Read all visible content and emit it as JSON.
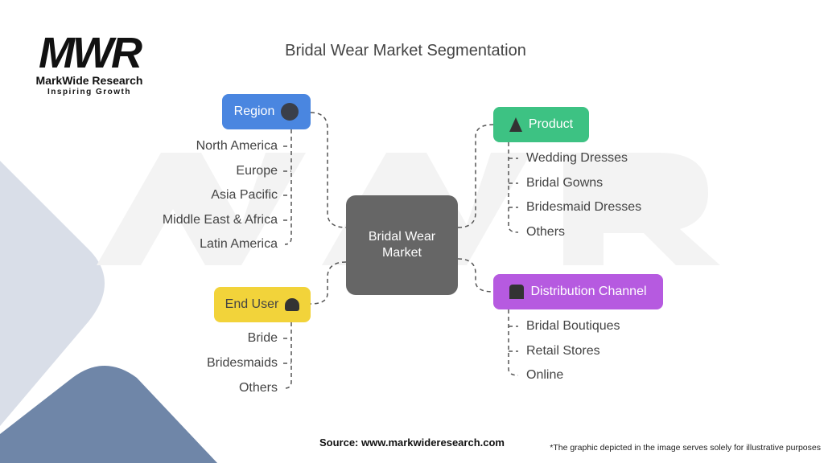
{
  "logo": {
    "mark": "MWR",
    "name": "MarkWide Research",
    "tagline": "Inspiring Growth"
  },
  "title": "Bridal Wear Market Segmentation",
  "center": {
    "line1": "Bridal Wear",
    "line2": "Market"
  },
  "segments": {
    "region": {
      "label": "Region",
      "icon": "globe-icon",
      "color": "#4a86e0",
      "items": [
        "North America",
        "Europe",
        "Asia Pacific",
        "Middle East & Africa",
        "Latin America"
      ]
    },
    "product": {
      "label": "Product",
      "icon": "dress-icon",
      "color": "#3dc283",
      "items": [
        "Wedding Dresses",
        "Bridal Gowns",
        "Bridesmaid Dresses",
        "Others"
      ]
    },
    "distribution": {
      "label": "Distribution Channel",
      "icon": "network-icon",
      "color": "#b65ae0",
      "items": [
        "Bridal Boutiques",
        "Retail Stores",
        "Online"
      ]
    },
    "end_user": {
      "label": "End User",
      "icon": "users-icon",
      "color": "#f2d33a",
      "items": [
        "Bride",
        "Bridesmaids",
        "Others"
      ]
    }
  },
  "footer": {
    "source": "Source: www.markwideresearch.com",
    "disclaimer": "*The graphic depicted in the image serves solely for illustrative purposes"
  }
}
